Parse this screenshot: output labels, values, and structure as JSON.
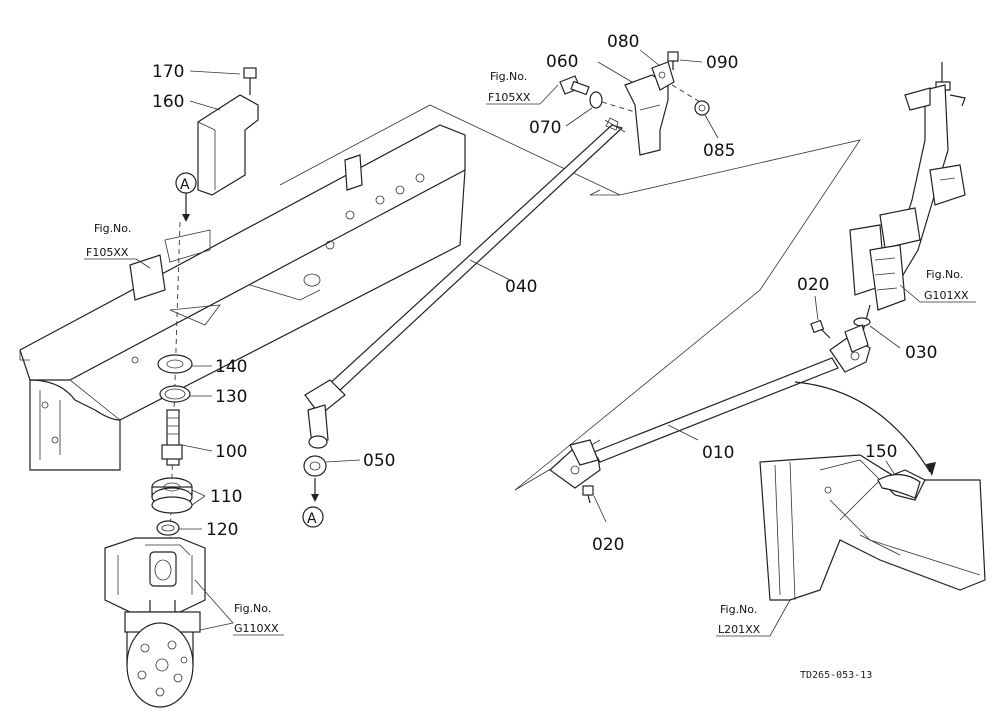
{
  "drawing_code": "TD265-053-13",
  "callouts": {
    "p170": "170",
    "p160": "160",
    "p140": "140",
    "p130": "130",
    "p100": "100",
    "p110": "110",
    "p120": "120",
    "p080": "080",
    "p090": "090",
    "p060": "060",
    "p070": "070",
    "p085": "085",
    "p040": "040",
    "p050": "050",
    "p020_top": "020",
    "p020_bottom": "020",
    "p030": "030",
    "p010": "010",
    "p150": "150"
  },
  "markers": {
    "a_top": "A",
    "a_bottom": "A"
  },
  "fig_refs": {
    "frame_left": {
      "label": "Fig.No.",
      "code": "F105XX"
    },
    "bolt_top": {
      "label": "Fig.No.",
      "code": "F105XX"
    },
    "column": {
      "label": "Fig.No.",
      "code": "G101XX"
    },
    "pump": {
      "label": "Fig.No.",
      "code": "G110XX"
    },
    "panel": {
      "label": "Fig.No.",
      "code": "L201XX"
    }
  }
}
